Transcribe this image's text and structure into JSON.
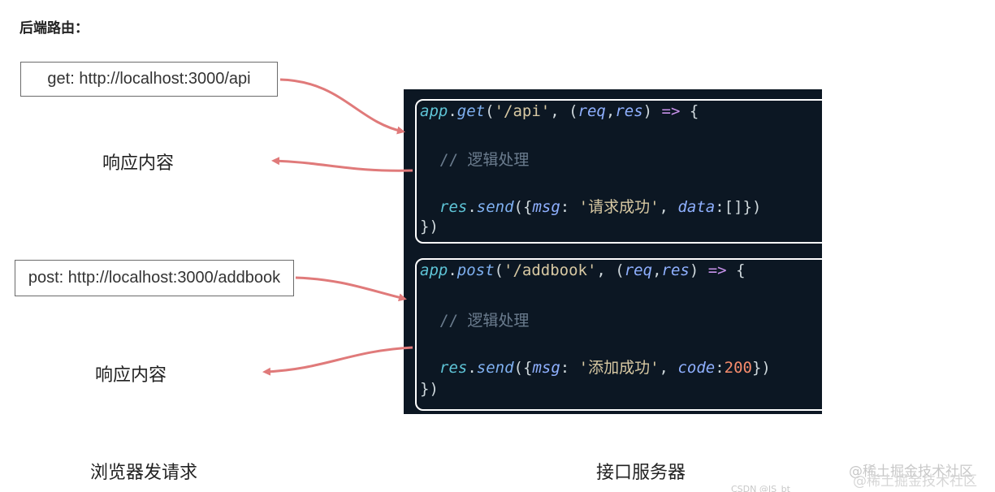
{
  "heading": "后端路由：",
  "requests": {
    "get": "get: http://localhost:3000/api",
    "post": "post: http://localhost:3000/addbook"
  },
  "responses": {
    "first": "响应内容",
    "second": "响应内容"
  },
  "captions": {
    "browser": "浏览器发请求",
    "server": "接口服务器"
  },
  "code": {
    "block1": {
      "l1": {
        "obj": "app",
        "dot": ".",
        "fn": "get",
        "open": "(",
        "str": "'/api'",
        "comma": ", ",
        "p_open": "(",
        "p1": "req",
        "p_sep": ",",
        "p2": "res",
        "p_close": ")",
        "arrow": " => ",
        "brace": "{"
      },
      "comment": "// 逻辑处理",
      "l3": {
        "obj": "res",
        "dot": ".",
        "fn": "send",
        "open": "({",
        "key1": "msg",
        "colon1": ": ",
        "str": "'请求成功'",
        "comma": ", ",
        "key2": "data",
        "colon2": ":",
        "val": "[]",
        "close": "})"
      },
      "end": "})"
    },
    "block2": {
      "l1": {
        "obj": "app",
        "dot": ".",
        "fn": "post",
        "open": "(",
        "str": "'/addbook'",
        "comma": ", ",
        "p_open": "(",
        "p1": "req",
        "p_sep": ",",
        "p2": "res",
        "p_close": ")",
        "arrow": " => ",
        "brace": "{"
      },
      "comment": "// 逻辑处理",
      "l3": {
        "obj": "res",
        "dot": ".",
        "fn": "send",
        "open": "({",
        "key1": "msg",
        "colon1": ": ",
        "str": "'添加成功'",
        "comma": ", ",
        "key2": "code",
        "colon2": ":",
        "val": "200",
        "close": "})"
      },
      "end": "})"
    }
  },
  "colors": {
    "arrow": "#e07a7a",
    "code_bg": "#0c1723"
  },
  "watermark": "@稀土掘金技术社区",
  "csdn_mark": "CSDN @IS_bt"
}
